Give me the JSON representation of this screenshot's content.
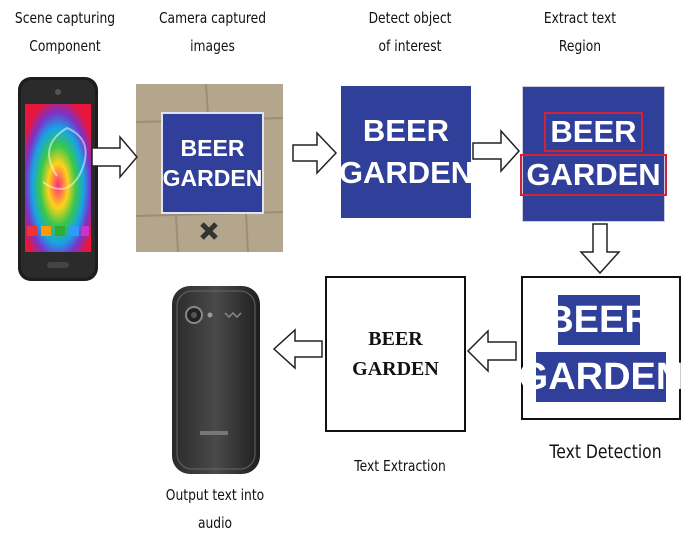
{
  "labels": {
    "scene": [
      "Scene capturing",
      "Component"
    ],
    "camera": [
      "Camera captured",
      "images"
    ],
    "detect": [
      "Detect object",
      "of interest"
    ],
    "extract_region": [
      "Extract text",
      "Region"
    ],
    "text_detection": "Text Detection",
    "text_extraction": "Text Extraction",
    "output": [
      "Output text into",
      "audio"
    ]
  },
  "sign": {
    "line1": "BEER",
    "line2": "GARDEN"
  },
  "extracted_text": {
    "line1": "BEER",
    "line2": "GARDEN"
  },
  "colors": {
    "sign_blue": "#2f3f9a",
    "highlight_red": "#d0233a",
    "wall": "#b9ab93"
  },
  "icons": [
    "smartphone-front-icon",
    "smartphone-back-icon"
  ]
}
